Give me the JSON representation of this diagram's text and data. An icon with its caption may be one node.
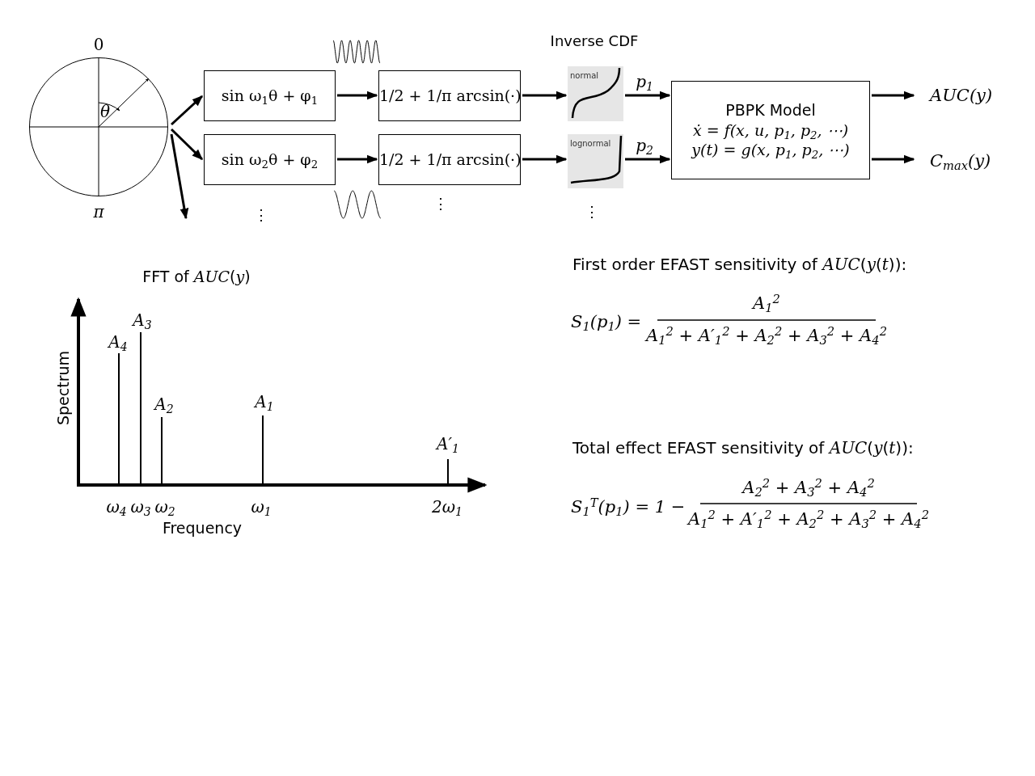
{
  "diagram": {
    "nodes": [
      {
        "text": [
          "θ"
        ],
        "beside": [
          "0",
          "π"
        ]
      },
      {
        "text": [
          "sin ω$_{1}$θ + φ$_{1}$"
        ]
      },
      {
        "text": [
          "sin ω$_{2}$θ + φ$_{2}$"
        ]
      },
      {
        "text": [
          "1/2 + 1/π arcsin(·)"
        ]
      },
      {
        "text": [
          "1/2 + 1/π arcsin(·)"
        ]
      },
      {
        "text": [
          "normal"
        ]
      },
      {
        "text": [
          "lognormal"
        ]
      },
      {
        "text": [
          "PBPK Model",
          "ẋ = f(x, u, p$_{1}$, p$_{2}$, ⋯)",
          "y(t) = g(x, p$_{1}$, p$_{2}$, ⋯)"
        ]
      },
      {
        "text": [
          "AUC(y)"
        ]
      },
      {
        "text": [
          "C$_{max}$(y)"
        ]
      }
    ],
    "edges": [
      {
        "from": 0,
        "to": 1,
        "arrow": "to"
      },
      {
        "from": 0,
        "to": 2,
        "arrow": "to"
      },
      {
        "from": 0,
        "to": null,
        "arrow": "to"
      },
      {
        "from": 1,
        "to": 3,
        "arrow": "to"
      },
      {
        "from": 2,
        "to": 4,
        "arrow": "to"
      },
      {
        "from": 3,
        "to": 5,
        "arrow": "to"
      },
      {
        "from": 4,
        "to": 6,
        "arrow": "to"
      },
      {
        "from": 5,
        "to": 7,
        "arrow": "to",
        "label": "p$_{1}$"
      },
      {
        "from": 6,
        "to": 7,
        "arrow": "to",
        "label": "p$_{2}$"
      },
      {
        "from": 7,
        "to": 8,
        "arrow": "to"
      },
      {
        "from": 7,
        "to": 9,
        "arrow": "to"
      }
    ],
    "labels": [
      "Inverse CDF",
      "⋮",
      "⋮",
      "⋮",
      "FFT of *AUC*(*y*)",
      "Spectrum",
      "A$_{3}$",
      "A$_{4}$",
      "A$_{2}$",
      "A$_{1}$",
      "A′$_{1}$",
      "ω$_{4}$",
      "ω$_{3}$",
      "ω$_{2}$",
      "ω$_{1}$",
      "2ω$_{1}$",
      "Frequency",
      "First order EFAST sensitivity of *AUC*(*y*(*t*)):",
      "S$_{1}$(p$_{1}$) =",
      "A$_{1}$$^{2}$",
      "A$_{1}$$^{2}$ + A′$_{1}$$^{2}$ + A$_{2}$$^{2}$ + A$_{3}$$^{2}$ + A$_{4}$$^{2}$",
      "Total effect EFAST sensitivity of *AUC*(*y*(*t*)):",
      "S$_{1}$$^{T}$(p$_{1}$) = 1 −",
      "A$_{2}$$^{2}$ + A$_{3}$$^{2}$ + A$_{4}$$^{2}$",
      "A$_{1}$$^{2}$ + A′$_{1}$$^{2}$ + A$_{2}$$^{2}$ + A$_{3}$$^{2}$ + A$_{4}$$^{2}$"
    ]
  }
}
